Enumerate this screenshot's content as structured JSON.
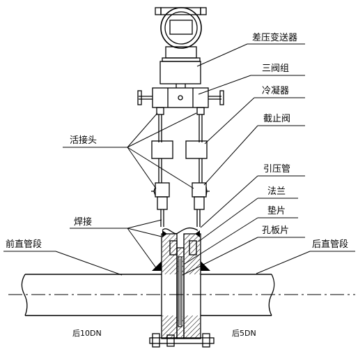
{
  "labels": {
    "transmitter": "差压变送器",
    "three_valve": "三阀组",
    "condenser": "冷凝器",
    "stop_valve": "截止阀",
    "union": "活接头",
    "impulse_pipe": "引压管",
    "flange": "法兰",
    "gasket": "垫片",
    "orifice": "孔板片",
    "weld": "焊接",
    "upstream_pipe": "前直管段",
    "downstream_pipe": "后直管段",
    "upstream_len": "后10DN",
    "downstream_len": "后5DN"
  }
}
